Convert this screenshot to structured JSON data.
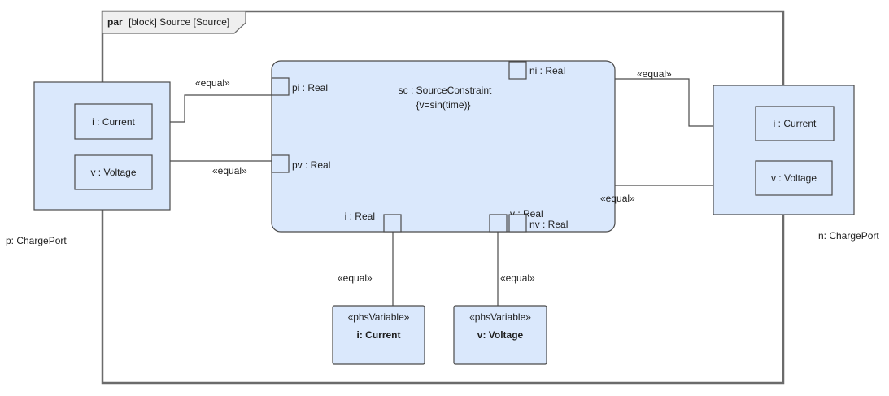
{
  "frame": {
    "keyword": "par",
    "title": "[block] Source [Source]"
  },
  "constraint": {
    "name": "sc : SourceConstraint",
    "rule": "{v=sin(time)}",
    "params": {
      "pi": "pi : Real",
      "pv": "pv : Real",
      "ni": "ni : Real",
      "i": "i : Real",
      "v": "v : Real",
      "nv": "nv : Real"
    }
  },
  "port_p": {
    "name": "p: ChargePort",
    "i": "i : Current",
    "v": "v : Voltage"
  },
  "port_n": {
    "name": "n: ChargePort",
    "i": "i : Current",
    "v": "v : Voltage"
  },
  "var_i": {
    "stereotype": "«phsVariable»",
    "name": "i: Current"
  },
  "var_v": {
    "stereotype": "«phsVariable»",
    "name": "v: Voltage"
  },
  "connectors": {
    "pi_label": "«equal»",
    "pv_label": "«equal»",
    "ni_label": "«equal»",
    "nv_label": "«equal»",
    "i_label": "«equal»",
    "v_label": "«equal»"
  }
}
